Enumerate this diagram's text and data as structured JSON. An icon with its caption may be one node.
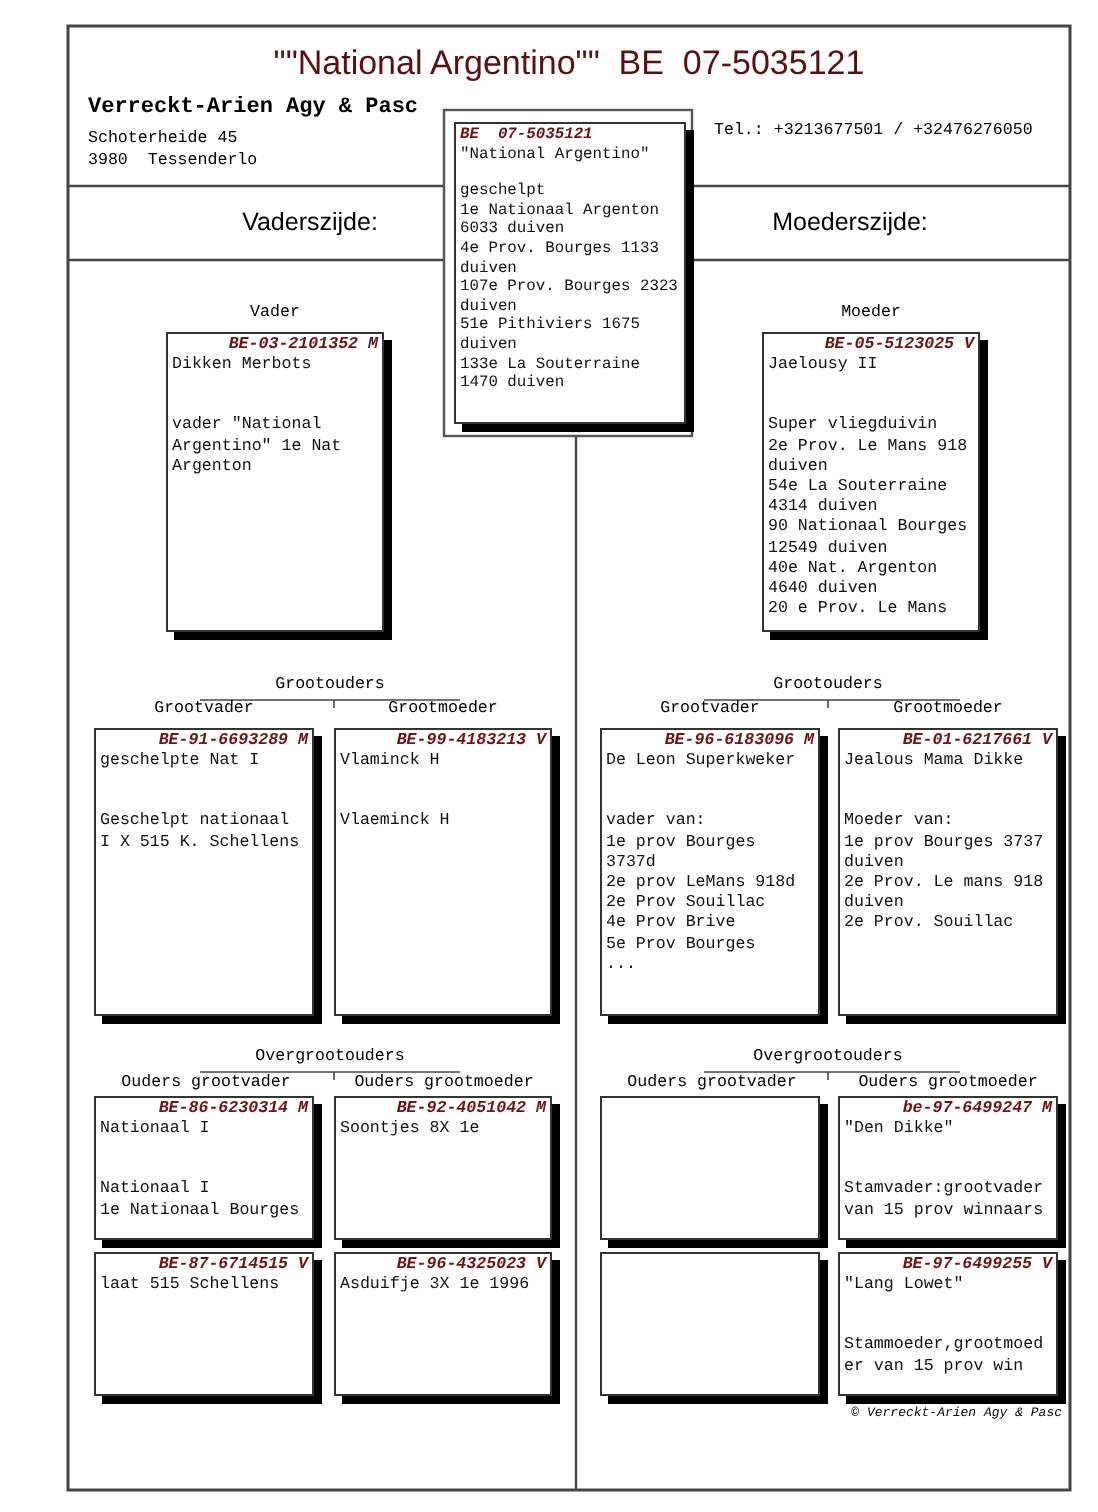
{
  "diagram": {
    "title": "\"\"National Argentino\"\"  BE  07-5035121",
    "nodes": [
      {
        "text": [
          "BE  07-5035121",
          "\"National Argentino\"",
          "geschelpt",
          "1e Nationaal Argenton 6033 duiven",
          "4e Prov. Bourges 1133 duiven",
          "107e Prov. Bourges 2323 duiven",
          "51e Pithiviers 1675 duiven",
          "133e La Souterraine 1470 duiven"
        ]
      },
      {
        "text": [
          "BE-03-2101352 M",
          "Dikken Merbots",
          "vader \"National Argentino\" 1e Nat Argenton"
        ],
        "beside": [
          "Vader"
        ]
      },
      {
        "text": [
          "BE-05-5123025 V",
          "Jaelousy II",
          "Super vliegduivin",
          "2e Prov. Le Mans 918 duiven",
          "54e La Souterraine 4314 duiven",
          "90 Nationaal Bourges 12549 duiven",
          "40e Nat. Argenton 4640 duiven",
          "20 e Prov. Le Mans"
        ],
        "beside": [
          "Moeder"
        ]
      },
      {
        "text": [
          "BE-91-6693289 M",
          "geschelpte Nat I",
          "Geschelpt nationaal I X 515 K. Schellens"
        ],
        "beside": [
          "Grootvader"
        ]
      },
      {
        "text": [
          "BE-99-4183213 V",
          "Vlaminck H",
          "Vlaeminck H"
        ],
        "beside": [
          "Grootmoeder"
        ]
      },
      {
        "text": [
          "BE-96-6183096 M",
          "De Leon Superkweker",
          "vader van:",
          "1e prov Bourges 3737d",
          "2e prov LeMans 918d",
          "2e Prov Souillac",
          "4e Prov Brive",
          "5e Prov Bourges",
          "..."
        ],
        "beside": [
          "Grootvader"
        ]
      },
      {
        "text": [
          "BE-01-6217661 V",
          "Jealous Mama Dikke",
          "Moeder van:",
          "1e prov Bourges 3737 duiven",
          "2e Prov. Le mans 918 duiven",
          "2e Prov. Souillac"
        ],
        "beside": [
          "Grootmoeder"
        ]
      },
      {
        "text": [
          "BE-86-6230314 M",
          "Nationaal I",
          "Nationaal I",
          "1e Nationaal Bourges"
        ]
      },
      {
        "text": [
          "BE-92-4051042 M",
          "Soontjes 8X 1e"
        ]
      },
      {
        "text": [],
        "shape": "box"
      },
      {
        "text": [
          "be-97-6499247 M",
          "\"Den Dikke\"",
          "Stamvader:grootvader van 15 prov winnaars"
        ]
      },
      {
        "text": [
          "BE-87-6714515 V",
          "laat 515 Schellens"
        ]
      },
      {
        "text": [
          "BE-96-4325023 V",
          "Asduifje 3X 1e 1996"
        ]
      },
      {
        "text": [],
        "shape": "box"
      },
      {
        "text": [
          "BE-97-6499255 V",
          "\"Lang Lowet\"",
          "Stammoeder,grootmoeder van 15 prov win"
        ]
      }
    ],
    "labels": [
      "Verreckt-Arien Agy & Pasc",
      "Schoterheide 45",
      "3980  Tessenderlo",
      "Tel.: +3213677501 / +32476276050",
      "Vaderszijde:",
      "Moederszijde:",
      "Grootouders",
      "Grootouders",
      "Overgrootouders",
      "Ouders grootvader",
      "Ouders grootmoeder",
      "Overgrootouders",
      "Ouders grootvader",
      "Ouders grootmoeder",
      "© Verreckt-Arien Agy & Pasc"
    ]
  }
}
